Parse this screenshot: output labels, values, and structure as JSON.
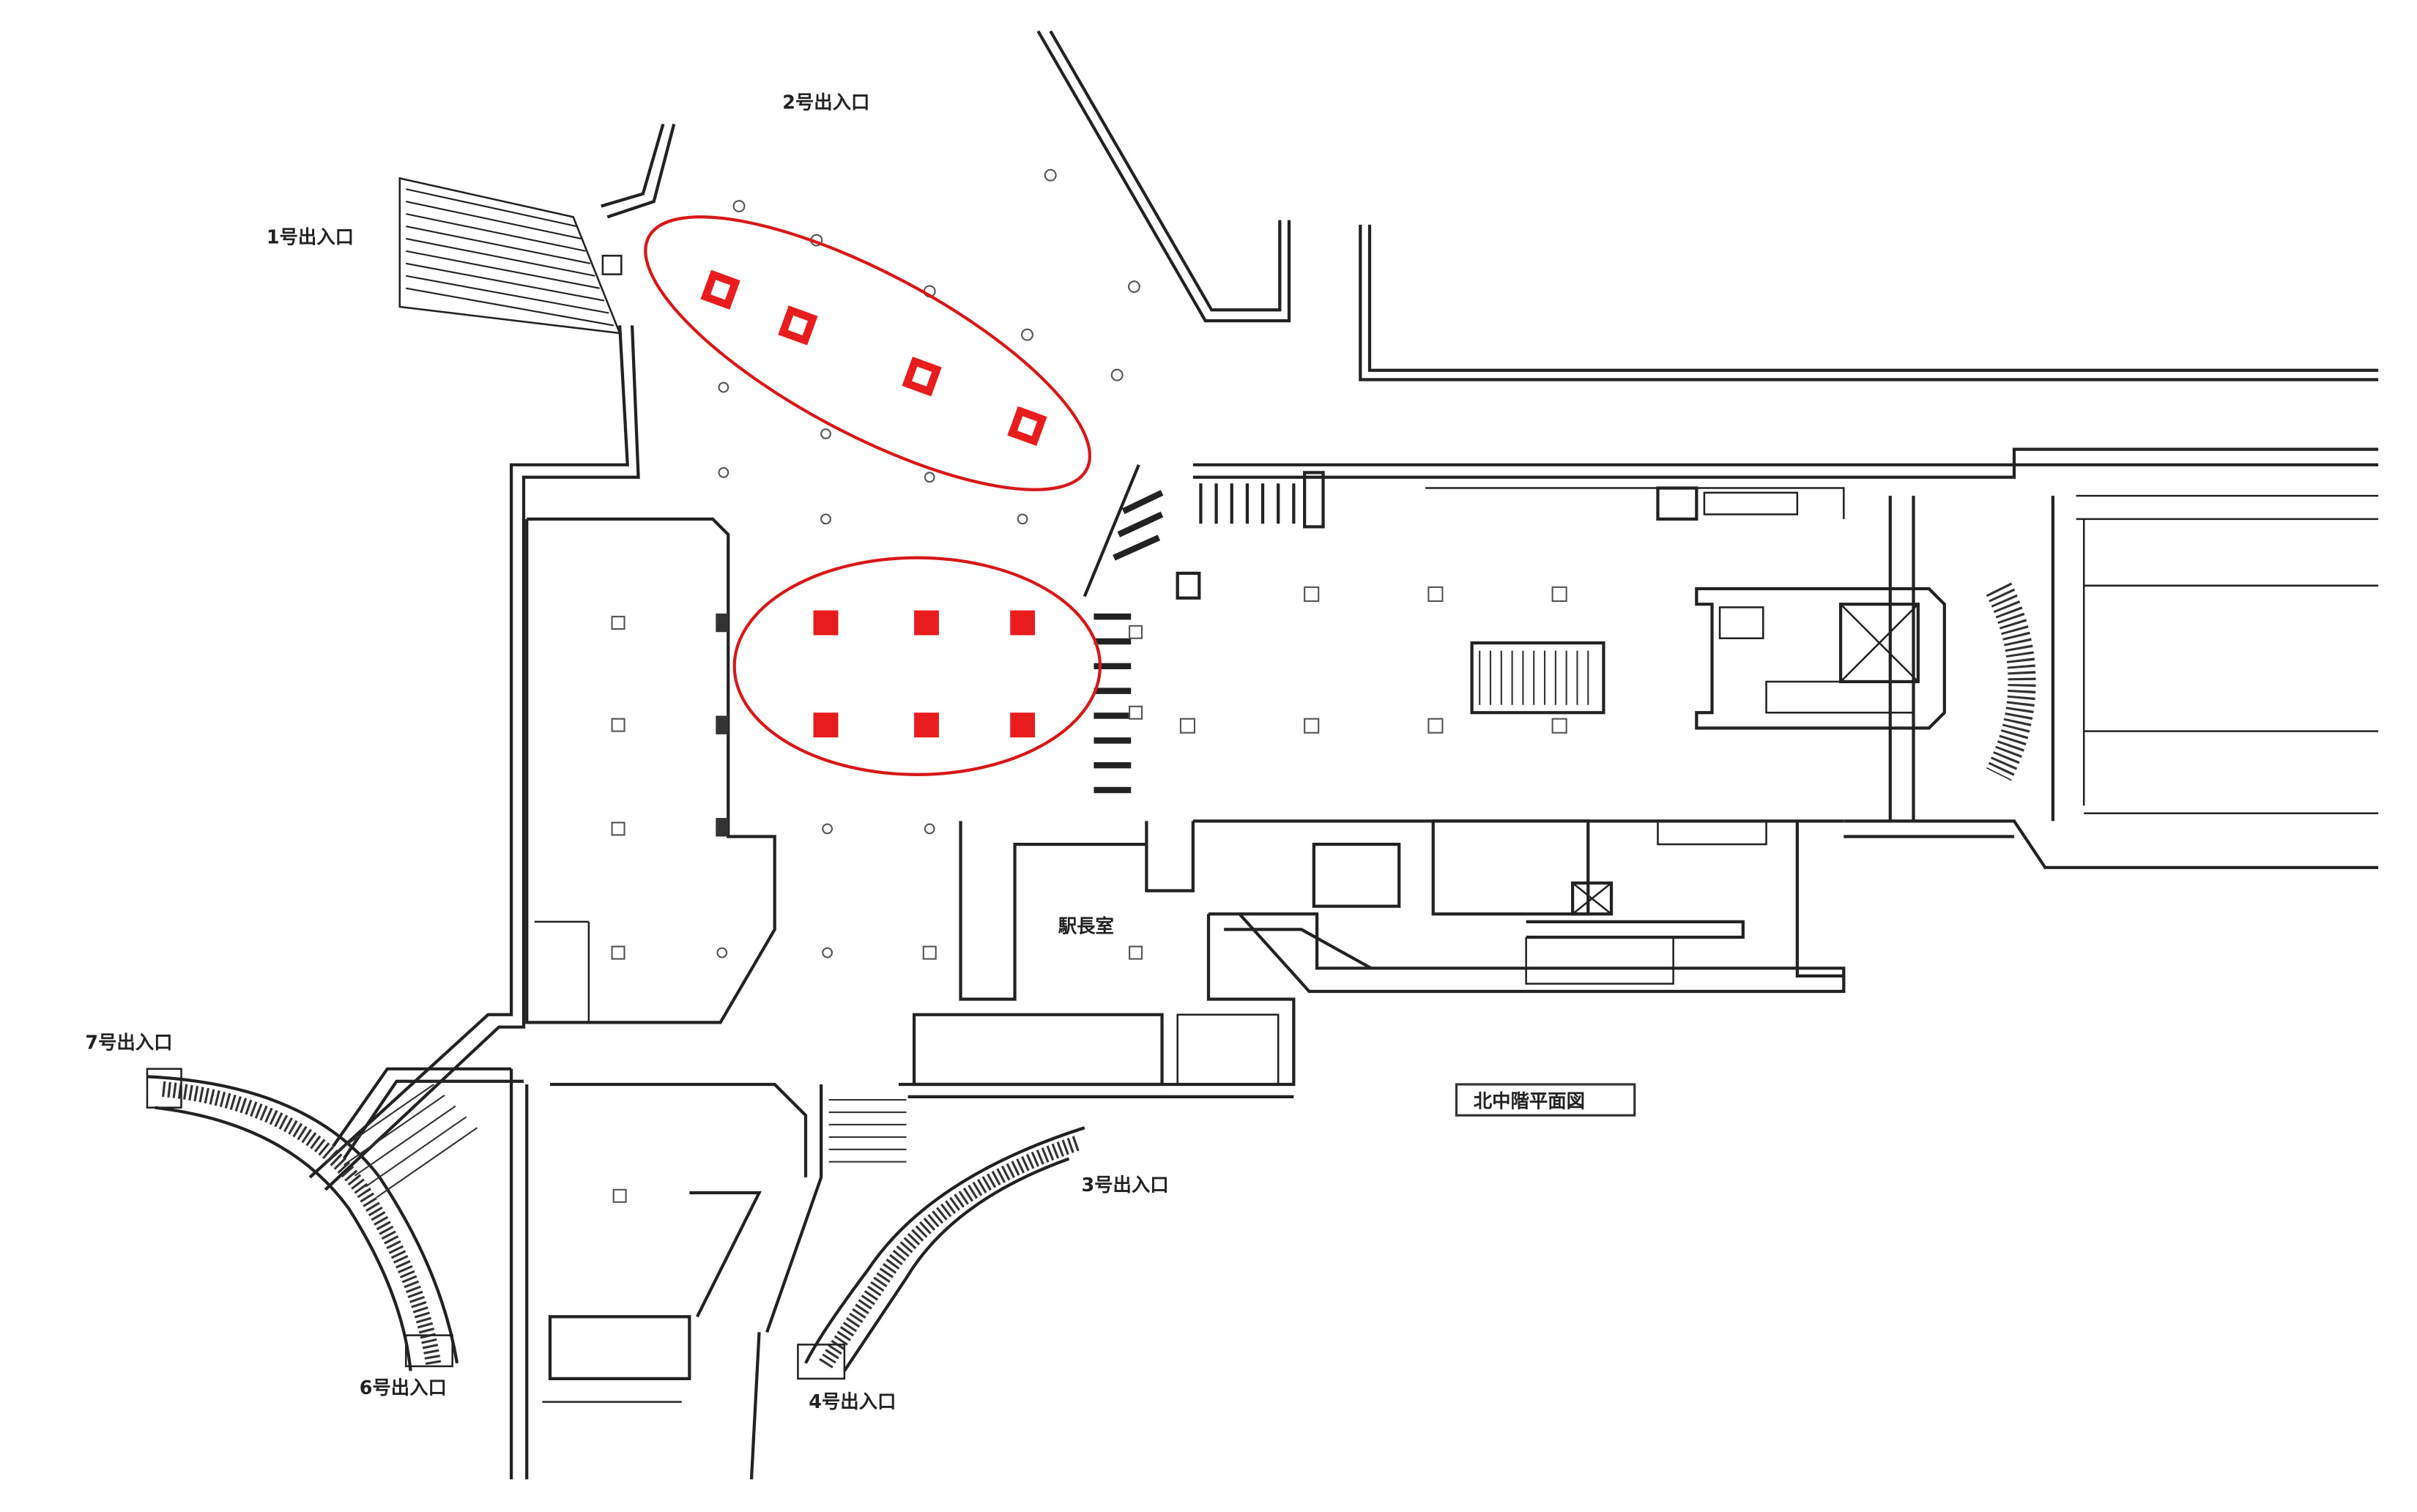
{
  "title": "北中階平面図",
  "labels": {
    "exit2": "2号出入口",
    "exit1": "1号出入口",
    "exit7": "7号出入口",
    "exit6": "6号出入口",
    "exit3": "3号出入口",
    "exit4": "4号出入口",
    "station_master_room": "駅長室"
  },
  "highlights": {
    "color": "#d81818",
    "zones": [
      {
        "name": "pillar-ads-zone",
        "marker_count": 4
      },
      {
        "name": "floor-ads-zone",
        "marker_count": 6
      }
    ]
  }
}
